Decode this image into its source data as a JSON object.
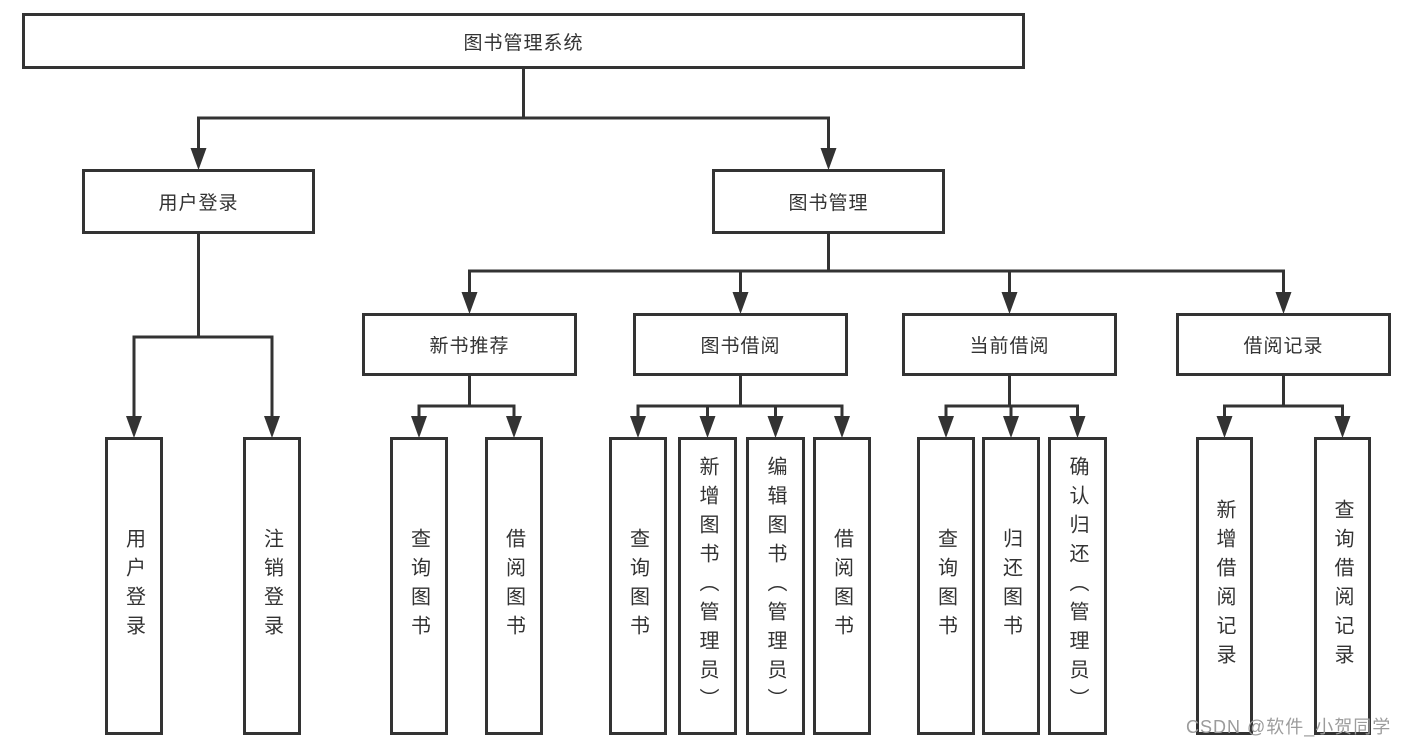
{
  "diagram": {
    "title": "图书管理系统",
    "root": {
      "label": "图书管理系统"
    },
    "level2": [
      {
        "id": "user-login",
        "label": "用户登录"
      },
      {
        "id": "book-management",
        "label": "图书管理"
      }
    ],
    "level3": [
      {
        "id": "new-book-recommend",
        "parent": "图书管理",
        "label": "新书推荐"
      },
      {
        "id": "book-borrow",
        "parent": "图书管理",
        "label": "图书借阅"
      },
      {
        "id": "current-borrow",
        "parent": "图书管理",
        "label": "当前借阅"
      },
      {
        "id": "borrow-records",
        "parent": "图书管理",
        "label": "借阅记录"
      }
    ],
    "leaves": [
      {
        "parent": "用户登录",
        "label": "用户登录"
      },
      {
        "parent": "用户登录",
        "label": "注销登录"
      },
      {
        "parent": "新书推荐",
        "label": "查询图书"
      },
      {
        "parent": "新书推荐",
        "label": "借阅图书"
      },
      {
        "parent": "图书借阅",
        "label": "查询图书"
      },
      {
        "parent": "图书借阅",
        "label": "新增图书（管理员）"
      },
      {
        "parent": "图书借阅",
        "label": "编辑图书（管理员）"
      },
      {
        "parent": "图书借阅",
        "label": "借阅图书"
      },
      {
        "parent": "当前借阅",
        "label": "查询图书"
      },
      {
        "parent": "当前借阅",
        "label": "归还图书"
      },
      {
        "parent": "当前借阅",
        "label": "确认归还（管理员）"
      },
      {
        "parent": "借阅记录",
        "label": "新增借阅记录"
      },
      {
        "parent": "借阅记录",
        "label": "查询借阅记录"
      }
    ]
  },
  "watermark": {
    "text": "CSDN @软件_小贺同学"
  },
  "colors": {
    "line": "#333333",
    "text": "#333333",
    "box_background": "#ffffff",
    "page_background": "#ffffff",
    "watermark": "#9c9c9c"
  }
}
